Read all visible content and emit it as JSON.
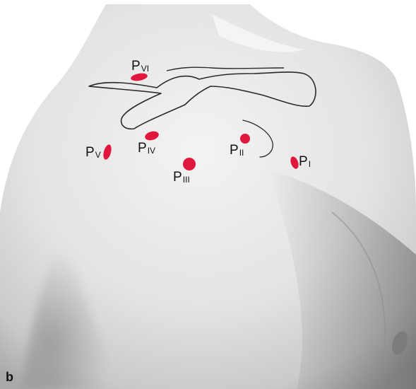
{
  "panel_label": "b",
  "points": [
    {
      "id": "p1",
      "letter": "P",
      "sub": "I"
    },
    {
      "id": "p2",
      "letter": "P",
      "sub": "II"
    },
    {
      "id": "p3",
      "letter": "P",
      "sub": "III"
    },
    {
      "id": "p4",
      "letter": "P",
      "sub": "IV"
    },
    {
      "id": "p5",
      "letter": "P",
      "sub": "V"
    },
    {
      "id": "p6",
      "letter": "P",
      "sub": "VI"
    }
  ],
  "colors": {
    "point": "#e0163c",
    "skin_light": "#f2f2f2",
    "skin_mid": "#d4d4d4",
    "skin_shadow": "#9d9d9d",
    "outline": "#2a2a2a"
  }
}
